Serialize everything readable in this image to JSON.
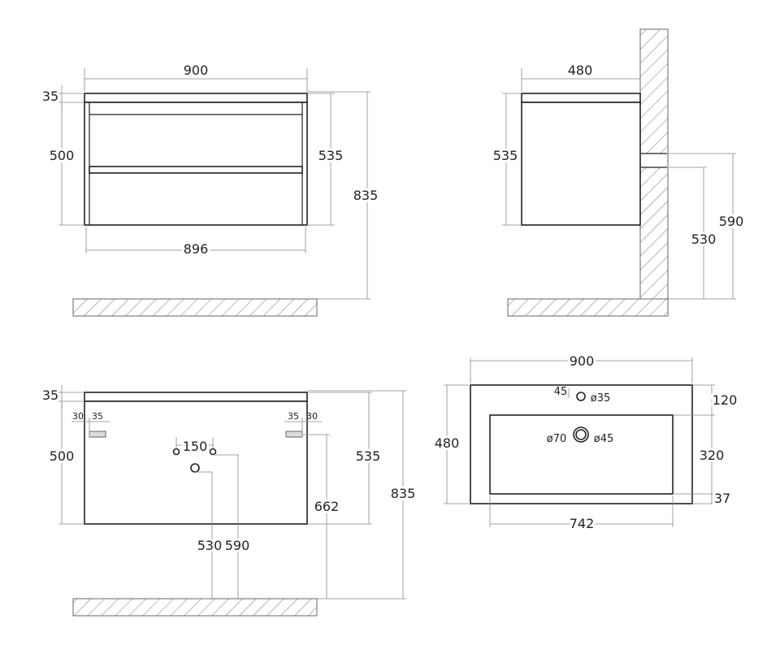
{
  "front_view": {
    "top_width": "900",
    "top_thickness": "35",
    "body_height": "500",
    "body_height_total": "535",
    "total_height": "835",
    "bottom_width": "896"
  },
  "side_view": {
    "depth": "480",
    "height": "535",
    "pipe_height_1": "530",
    "pipe_height_2": "590"
  },
  "back_view": {
    "top_thickness": "35",
    "body_height": "500",
    "height": "535",
    "total_height": "835",
    "mount_offset_left_a": "30",
    "mount_offset_left_b": "35",
    "mount_offset_right_a": "35",
    "mount_offset_right_b": "30",
    "pipe_spacing": "150",
    "mount_height": "662",
    "pipe_height_1": "530",
    "pipe_height_2": "590"
  },
  "top_view": {
    "width": "900",
    "depth": "480",
    "tap_offset": "45",
    "tap_hole": "ø35",
    "drain_outer": "ø70",
    "drain_inner": "ø45",
    "rim_back": "120",
    "basin_depth": "320",
    "rim_front": "37",
    "basin_width": "742"
  }
}
